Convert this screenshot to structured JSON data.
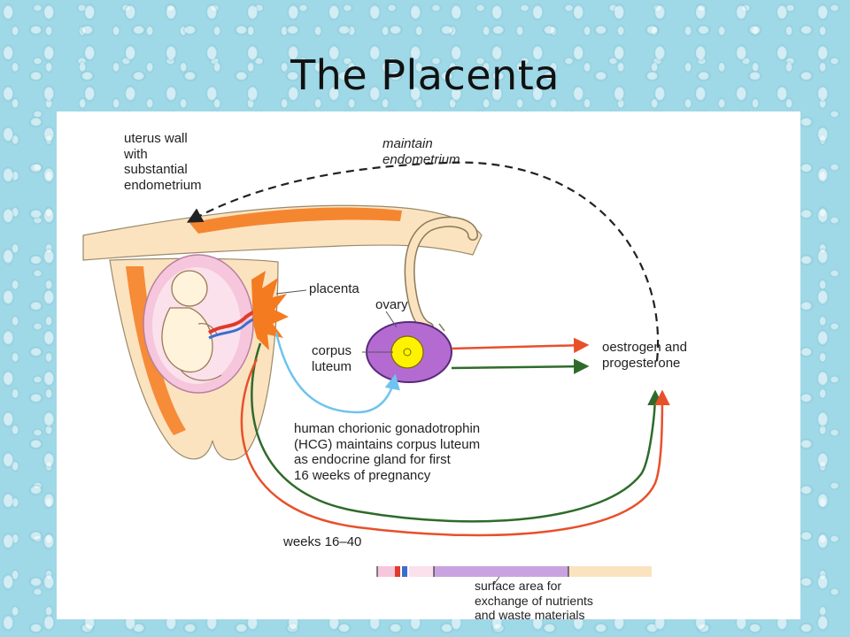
{
  "slide": {
    "title": "The Placenta"
  },
  "diagram": {
    "labels": {
      "uterus_wall": "uterus wall\nwith\nsubstantial\nendometrium",
      "maintain_endometrium": "maintain\nendometrium",
      "placenta": "placenta",
      "ovary": "ovary",
      "corpus_luteum": "corpus\nluteum",
      "oestrogen_progesterone": "oestrogen and\nprogesterone",
      "hcg": "human chorionic gonadotrophin\n(HCG) maintains corpus luteum\nas endocrine gland for first\n16 weeks of pregnancy",
      "weeks": "weeks 16–40",
      "surface_area": "surface area for\nexchange of nutrients\nand waste materials"
    },
    "colors": {
      "endometrium": "#f47b20",
      "uterus_tissue": "#fbe3c0",
      "amnion": "#f6c6dc",
      "ovary": "#b46bd1",
      "corpus_luteum": "#fff200",
      "arrow_red": "#e8502a",
      "arrow_green": "#2e6b2a",
      "arrow_blue": "#6fc3ee"
    }
  }
}
